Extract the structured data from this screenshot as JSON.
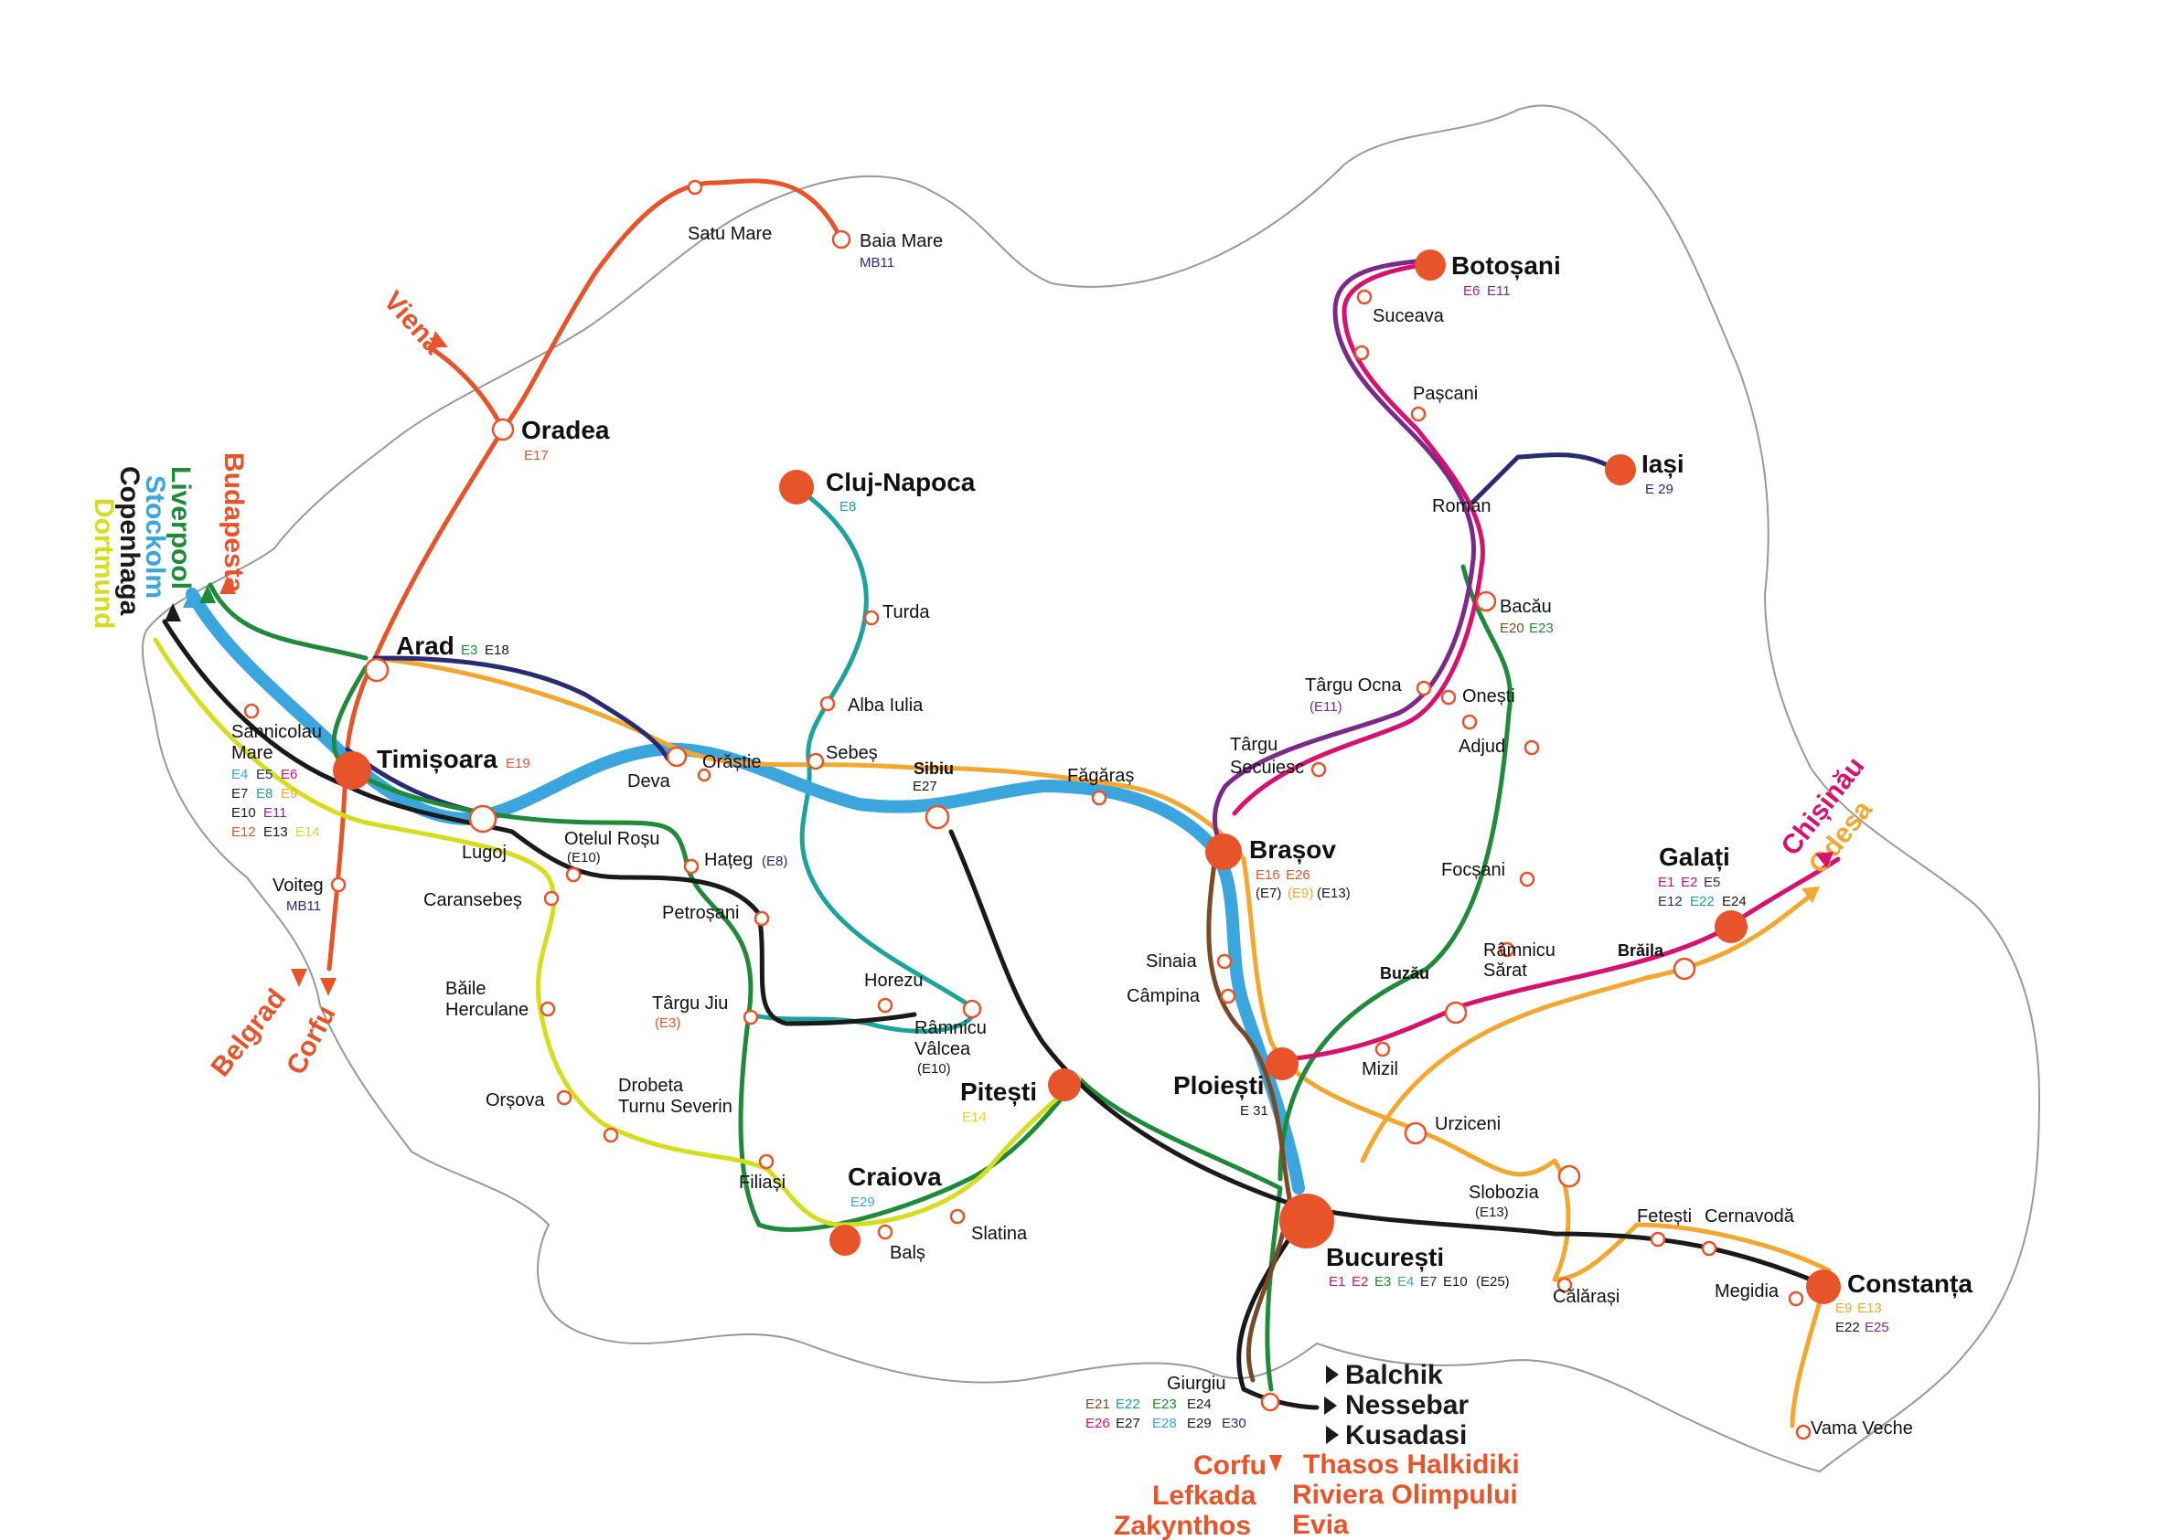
{
  "colors": {
    "orange": "#e8542a",
    "blue": "#3aa6dd",
    "green": "#1e8a3a",
    "navy": "#2a2a75",
    "black": "#1a1a1a",
    "yellow": "#d6dd1e",
    "light_orange": "#f2a830",
    "teal": "#1ba39c",
    "purple": "#7b2a8a",
    "magenta": "#d6126f",
    "brown": "#7a4a26",
    "outline": "#999999"
  },
  "cities": {
    "baia_mare": "Baia Mare",
    "baia_mare_r": "MB11",
    "satu_mare": "Satu Mare",
    "oradea": "Oradea",
    "oradea_r": "E17",
    "cluj": "Cluj-Napoca",
    "cluj_r": "E8",
    "turda": "Turda",
    "alba_iulia": "Alba Iulia",
    "arad": "Arad",
    "arad_r1": "E3",
    "arad_r2": "E18",
    "timisoara": "Timișoara",
    "timisoara_r": "E19",
    "sannicolau1": "Sannicolau",
    "sannicolau2": "Mare",
    "tim_e4": "E4",
    "tim_e5": "E5",
    "tim_e6": "E6",
    "tim_e7": "E7",
    "tim_e8": "E8",
    "tim_e9": "E9",
    "tim_e10": "E10",
    "tim_e11": "E11",
    "tim_e12": "E12",
    "tim_e13": "E13",
    "tim_e14": "E14",
    "voiteg": "Voiteg",
    "voiteg_r": "MB11",
    "lugoj": "Lugoj",
    "deva": "Deva",
    "orastie": "Orăștie",
    "sebes": "Sebeș",
    "sibiu": "Sibiu",
    "sibiu_r": "E27",
    "otelul": "Otelul Roșu",
    "otelul_r": "(E10)",
    "hateg": "Hațeg",
    "hateg_r": "(E8)",
    "caransebes": "Caransebeș",
    "petrosani": "Petroșani",
    "baile1": "Băile",
    "baile2": "Herculane",
    "targu_jiu": "Târgu Jiu",
    "targu_jiu_r": "(E3)",
    "horezu": "Horezu",
    "rm_valcea1": "Râmnicu",
    "rm_valcea2": "Vâlcea",
    "rm_valcea_r": "(E10)",
    "orsova": "Orșova",
    "drobeta1": "Drobeta",
    "drobeta2": "Turnu Severin",
    "filiasi": "Filiași",
    "craiova": "Craiova",
    "craiova_r": "E29",
    "bals": "Balș",
    "slatina": "Slatina",
    "pitesti": "Pitești",
    "pitesti_r": "E14",
    "fagaras": "Făgăraș",
    "brasov": "Brașov",
    "brasov_r1": "E16",
    "brasov_r2": "E26",
    "brasov_r3": "(E7)",
    "brasov_r4": "(E9)",
    "brasov_r5": "(E13)",
    "sinaia": "Sinaia",
    "campina": "Câmpina",
    "ploiesti": "Ploiești",
    "ploiesti_r": "E 31",
    "bucuresti": "București",
    "buc_e1": "E1",
    "buc_e2": "E2",
    "buc_e3": "E3",
    "buc_e4": "E4",
    "buc_e7": "E7",
    "buc_e10": "E10",
    "buc_e25": "(E25)",
    "giurgiu": "Giurgiu",
    "giu_e21": "E21",
    "giu_e22": "E22",
    "giu_e23": "E23",
    "giu_e24": "E24",
    "giu_e26": "E26",
    "giu_e27": "E27",
    "giu_e28": "E28",
    "giu_e29": "E29",
    "giu_e30": "E30",
    "botosani": "Botoșani",
    "botosani_r1": "E6",
    "botosani_r2": "E11",
    "suceava": "Suceava",
    "pascani": "Pașcani",
    "iasi": "Iași",
    "iasi_r": "E 29",
    "roman": "Roman",
    "bacau": "Bacău",
    "bacau_r1": "E20",
    "bacau_r2": "E23",
    "targu_ocna": "Târgu Ocna",
    "targu_ocna_r": "(E11)",
    "onesti": "Onești",
    "adjud": "Adjud",
    "targu_sec1": "Târgu",
    "targu_sec2": "Secuiesc",
    "focsani": "Focșani",
    "rm_sarat1": "Râmnicu",
    "rm_sarat2": "Sărat",
    "buzau": "Buzău",
    "mizil": "Mizil",
    "urziceni": "Urziceni",
    "slobozia": "Slobozia",
    "slobozia_r": "(E13)",
    "braila": "Brăila",
    "galati": "Galați",
    "gal_e1": "E1",
    "gal_e2": "E2",
    "gal_e5": "E5",
    "gal_e12": "E12",
    "gal_e22": "E22",
    "gal_e24": "E24",
    "fetesti": "Fetești",
    "cernavoda": "Cernavodă",
    "calarasi": "Călărași",
    "megidia": "Megidia",
    "constanta": "Constanța",
    "con_e9": "E9",
    "con_e13": "E13",
    "con_e22": "E22",
    "con_e25": "E25",
    "vama_veche": "Vama Veche"
  },
  "destinations": {
    "viena": "Viena",
    "budapesta": "Budapesta",
    "liverpool": "Liverpool",
    "stockolm": "Stockolm",
    "copenhaga": "Copenhaga",
    "dortmund": "Dortmund",
    "belgrad": "Belgrad",
    "corfu_w": "Corfu",
    "chisinau": "Chișinău",
    "odesa": "Odesa",
    "balchik": "Balchik",
    "nessebar": "Nessebar",
    "kusadasi": "Kusadasi",
    "corfu_s": "Corfu",
    "lefkada": "Lefkada",
    "zakynthos": "Zakynthos",
    "thasos": "Thasos Halkidiki",
    "riviera": "Riviera Olimpului",
    "evia": "Evia"
  }
}
